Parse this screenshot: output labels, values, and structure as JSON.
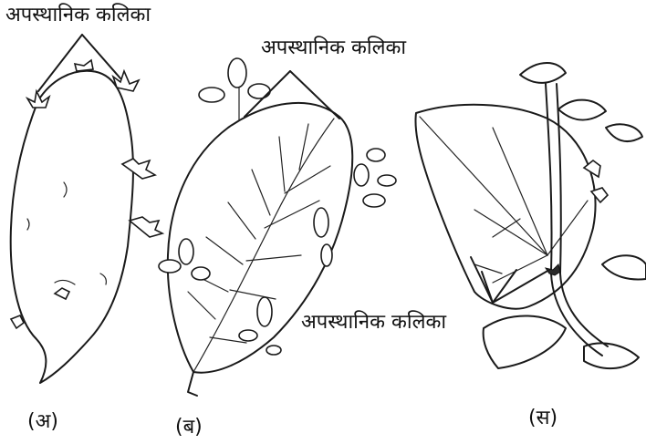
{
  "labels": {
    "adventitious_bud_1": "अपस्थानिक कलिका",
    "adventitious_bud_2": "अपस्थानिक कलिका",
    "adventitious_bud_3": "अपस्थानिक कलिका"
  },
  "captions": {
    "a": "(अ)",
    "b": "(ब)",
    "c": "(स)"
  }
}
